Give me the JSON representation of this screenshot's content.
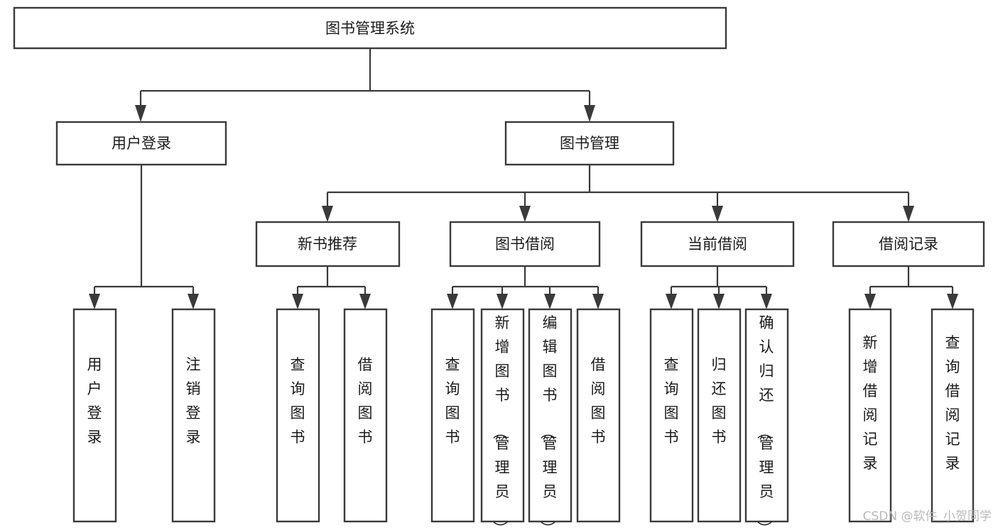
{
  "diagram": {
    "title": "图书管理系统",
    "type": "功能结构图",
    "root": {
      "id": "root",
      "label": "图书管理系统",
      "orientation": "horizontal"
    },
    "level2": [
      {
        "id": "user-login",
        "label": "用户登录",
        "orientation": "horizontal"
      },
      {
        "id": "book-manage",
        "label": "图书管理",
        "orientation": "horizontal"
      }
    ],
    "level3": [
      {
        "id": "new-book-rec",
        "label": "新书推荐",
        "orientation": "horizontal",
        "parent": "book-manage"
      },
      {
        "id": "book-borrow",
        "label": "图书借阅",
        "orientation": "horizontal",
        "parent": "book-manage"
      },
      {
        "id": "current-borrow",
        "label": "当前借阅",
        "orientation": "horizontal",
        "parent": "book-manage"
      },
      {
        "id": "borrow-record",
        "label": "借阅记录",
        "orientation": "horizontal",
        "parent": "book-manage"
      }
    ],
    "leaves": {
      "user-login": [
        {
          "id": "leaf-user-login",
          "label": "用户登录",
          "orientation": "vertical"
        },
        {
          "id": "leaf-logout",
          "label": "注销登录",
          "orientation": "vertical"
        }
      ],
      "new-book-rec": [
        {
          "id": "leaf-query-book-1",
          "label": "查询图书",
          "orientation": "vertical"
        },
        {
          "id": "leaf-borrow-book-1",
          "label": "借阅图书",
          "orientation": "vertical"
        }
      ],
      "book-borrow": [
        {
          "id": "leaf-query-book-2",
          "label": "查询图书",
          "orientation": "vertical"
        },
        {
          "id": "leaf-add-book",
          "label": "新增图书（管理员）",
          "orientation": "vertical"
        },
        {
          "id": "leaf-edit-book",
          "label": "编辑图书（管理员）",
          "orientation": "vertical"
        },
        {
          "id": "leaf-borrow-book-2",
          "label": "借阅图书",
          "orientation": "vertical"
        }
      ],
      "current-borrow": [
        {
          "id": "leaf-query-book-3",
          "label": "查询图书",
          "orientation": "vertical"
        },
        {
          "id": "leaf-return-book",
          "label": "归还图书",
          "orientation": "vertical"
        },
        {
          "id": "leaf-confirm-return",
          "label": "确认归还（管理员）",
          "orientation": "vertical"
        }
      ],
      "borrow-record": [
        {
          "id": "leaf-add-record",
          "label": "新增借阅记录",
          "orientation": "vertical"
        },
        {
          "id": "leaf-query-record",
          "label": "查询借阅记录",
          "orientation": "vertical"
        }
      ]
    },
    "colors": {
      "stroke": "#3a3a3a",
      "fill": "#ffffff",
      "text": "#1b1b1b",
      "watermark": "#b9b9b9"
    }
  },
  "watermark": {
    "text": "CSDN @软件_小贺同学"
  }
}
